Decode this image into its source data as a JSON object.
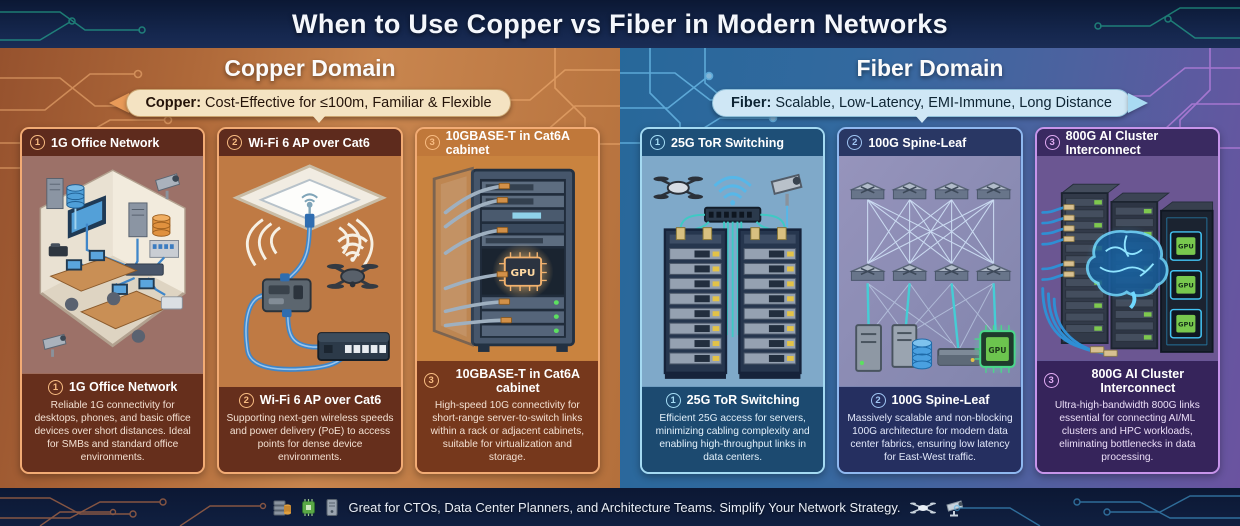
{
  "title": "When to Use Copper vs Fiber in Modern Networks",
  "copper": {
    "title": "Copper Domain",
    "banner_label": "Copper:",
    "banner_text": " Cost-Effective for ≤100m, Familiar & Flexible",
    "accent": "#e89a58",
    "cards": [
      {
        "number": "1",
        "title": "1G Office Network",
        "description": "Reliable 1G connectivity for desktops, phones, and basic office devices over short distances. Ideal for SMBs and standard office environments."
      },
      {
        "number": "2",
        "title": "Wi-Fi 6 AP over Cat6",
        "description": "Supporting next-gen wireless speeds and power delivery (PoE) to access points for dense device environments."
      },
      {
        "number": "3",
        "title": "10GBASE-T in Cat6A cabinet",
        "description": "High-speed 10G connectivity for short-range server-to-switch links within a rack or adjacent cabinets, suitable for virtualization and storage."
      }
    ]
  },
  "fiber": {
    "title": "Fiber Domain",
    "banner_label": "Fiber:",
    "banner_text": " Scalable, Low-Latency, EMI-Immune, Long Distance",
    "accent": "#a9daf2",
    "cards": [
      {
        "number": "1",
        "title": "25G ToR Switching",
        "description": "Efficient 25G access for servers, minimizing cabling complexity and enabling high-throughput links in data centers."
      },
      {
        "number": "2",
        "title": "100G Spine-Leaf",
        "description": "Massively scalable and non-blocking 100G architecture for modern data center fabrics, ensuring low latency for East-West traffic."
      },
      {
        "number": "3",
        "title": "800G AI Cluster Interconnect",
        "description": "Ultra-high-bandwidth 800G links essential for connecting AI/ML clusters and HPC workloads, eliminating bottlenecks in data processing."
      }
    ]
  },
  "labels": {
    "gpu": "GPU"
  },
  "footer": {
    "text": "Great for CTOs, Data Center Planners, and Architecture Teams. Simplify Your Network Strategy.",
    "left_icons": [
      "server-stack-icon",
      "chip-icon",
      "tower-server-icon"
    ],
    "right_icons": [
      "drone-icon",
      "camera-icon"
    ]
  }
}
